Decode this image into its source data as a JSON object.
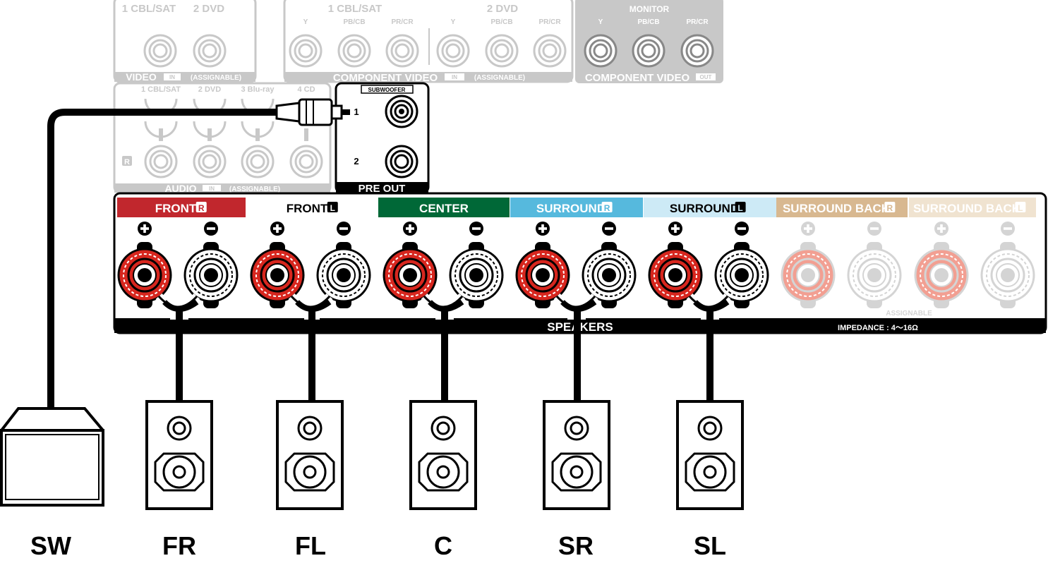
{
  "top_panel": {
    "video_in": {
      "labels": [
        "1 CBL/SAT",
        "2 DVD"
      ],
      "footer": "VIDEO",
      "badge": "IN",
      "assignable": "(ASSIGNABLE)"
    },
    "component_in": {
      "group_labels": [
        "1 CBL/SAT",
        "2 DVD"
      ],
      "jack_labels": [
        "Y",
        "PB/CB",
        "PR/CR",
        "Y",
        "PB/CB",
        "PR/CR"
      ],
      "footer": "COMPONENT VIDEO",
      "badge": "IN",
      "assignable": "(ASSIGNABLE)"
    },
    "monitor_out": {
      "title": "MONITOR",
      "jack_labels": [
        "Y",
        "PB/CB",
        "PR/CR"
      ],
      "footer": "COMPONENT VIDEO",
      "badge": "OUT"
    },
    "audio_in": {
      "labels": [
        "1 CBL/SAT",
        "2 DVD",
        "3 Blu-ray",
        "4 CD"
      ],
      "side_label": "R",
      "footer": "AUDIO",
      "badge": "IN",
      "assignable": "(ASSIGNABLE)"
    },
    "pre_out": {
      "subwoofer_label": "SUBWOOFER",
      "jack_numbers": [
        "1",
        "2"
      ],
      "footer": "PRE OUT"
    }
  },
  "speaker_panel": {
    "channels": [
      {
        "label": "FRONT",
        "side": "R",
        "bg": "#c1272d",
        "fg": "#ffffff",
        "faded": false
      },
      {
        "label": "FRONT",
        "side": "L",
        "bg": "#ffffff",
        "fg": "#000000",
        "faded": false
      },
      {
        "label": "CENTER",
        "side": "",
        "bg": "#006837",
        "fg": "#ffffff",
        "faded": false
      },
      {
        "label": "SURROUND",
        "side": "R",
        "bg": "#56b9dd",
        "fg": "#ffffff",
        "faded": false
      },
      {
        "label": "SURROUND",
        "side": "L",
        "bg": "#cdeaf6",
        "fg": "#000000",
        "faded": false
      },
      {
        "label": "SURROUND BACK",
        "side": "R",
        "bg": "#d8b890",
        "fg": "#ffffff",
        "faded": true
      },
      {
        "label": "SURROUND BACK",
        "side": "L",
        "bg": "#f0e3d0",
        "fg": "#ffffff",
        "faded": true
      }
    ],
    "footer_label": "SPEAKERS",
    "impedance": "IMPEDANCE : 4～16Ω",
    "assignable": "ASSIGNABLE"
  },
  "speakers": [
    "SW",
    "FR",
    "FL",
    "C",
    "SR",
    "SL"
  ],
  "colors": {
    "positive_terminal": "#d7261e",
    "faded_positive": "#f29f92",
    "gray_element": "#c8c8c8",
    "cable": "#000000"
  },
  "icons": [
    "plus-icon",
    "minus-icon",
    "binding-post-icon",
    "rca-jack-icon",
    "rca-plug-icon",
    "speaker-cabinet-icon",
    "subwoofer-icon"
  ]
}
